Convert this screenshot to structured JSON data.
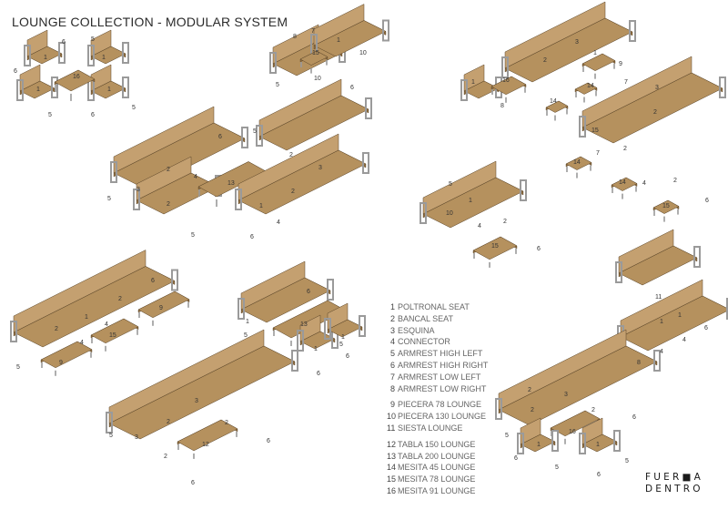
{
  "title": "LOUNGE COLLECTION - MODULAR SYSTEM",
  "legend": [
    {
      "num": "1",
      "name": "POLTRONAL SEAT"
    },
    {
      "num": "2",
      "name": "BANCAL SEAT"
    },
    {
      "num": "3",
      "name": "ESQUINA"
    },
    {
      "num": "4",
      "name": "CONNECTOR"
    },
    {
      "num": "5",
      "name": "ARMREST HIGH LEFT"
    },
    {
      "num": "6",
      "name": "ARMREST HIGH RIGHT"
    },
    {
      "num": "7",
      "name": "ARMREST LOW LEFT"
    },
    {
      "num": "8",
      "name": "ARMREST LOW RIGHT"
    },
    {
      "num": "9",
      "name": "PIECERA 78 LOUNGE"
    },
    {
      "num": "10",
      "name": "PIECERA 130 LOUNGE"
    },
    {
      "num": "11",
      "name": "SIESTA LOUNGE"
    },
    {
      "num": "12",
      "name": "TABLA 150 LOUNGE"
    },
    {
      "num": "13",
      "name": "TABLA 200 LOUNGE"
    },
    {
      "num": "14",
      "name": "MESITA 45 LOUNGE"
    },
    {
      "num": "15",
      "name": "MESITA 78 LOUNGE"
    },
    {
      "num": "16",
      "name": "MESITA 91 LOUNGE"
    }
  ],
  "logo": {
    "line1": "FUER■A",
    "line2": "DENTRO"
  },
  "colors": {
    "seat": "#b5915e",
    "seat_dark": "#8c6b3e",
    "frame": "#9a9a9a",
    "back": "#c4a070"
  }
}
